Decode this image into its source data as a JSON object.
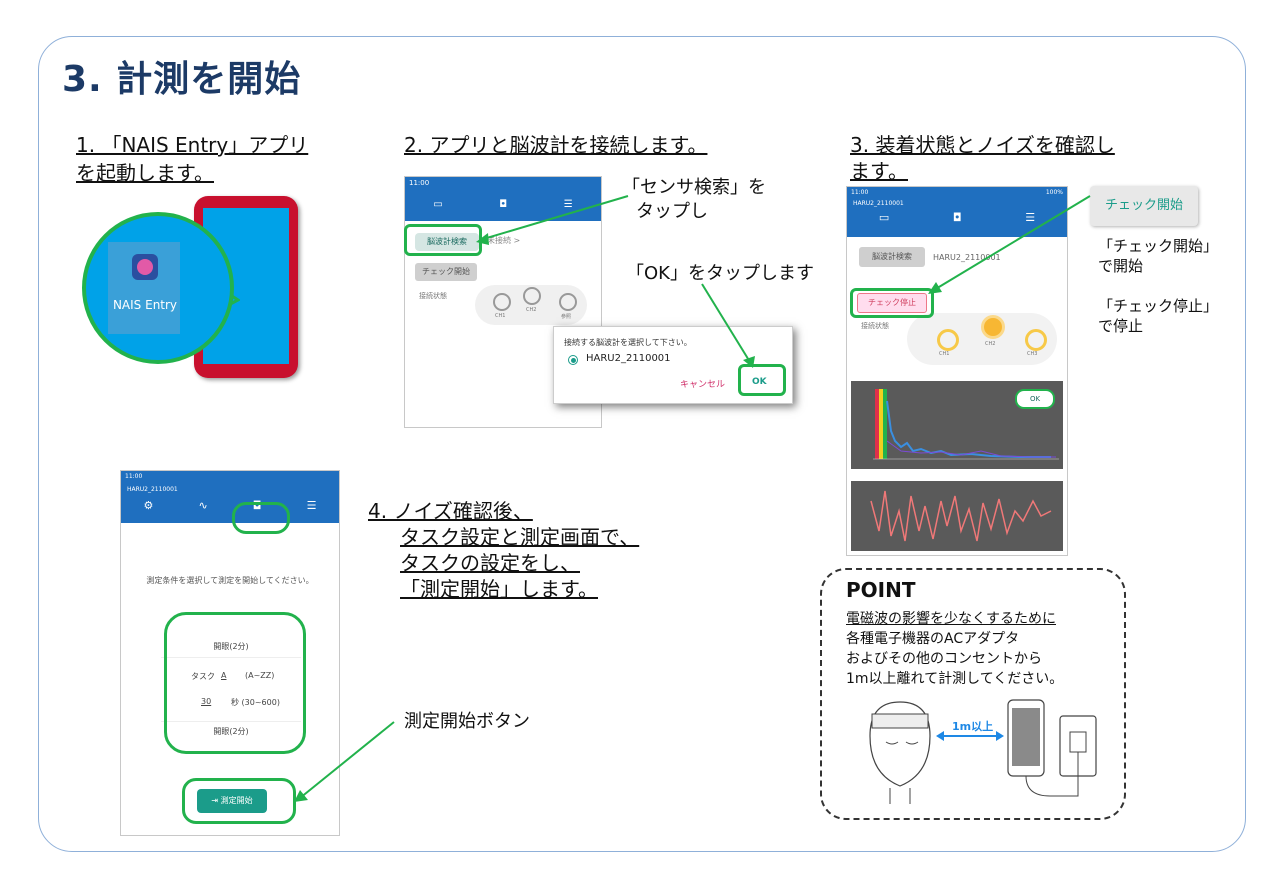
{
  "title": "3. 計測を開始",
  "step1": {
    "line1": "1. 「NAIS Entry」アプリ",
    "line2": "を起動します。",
    "app_label": "NAIS Entry"
  },
  "step2": {
    "heading": "2. アプリと脳波計を接続します。",
    "callout_search_1": "「センサ検索」を",
    "callout_search_2": "タップし",
    "callout_ok": "「OK」をタップします",
    "screen": {
      "search_button": "脳波計検索",
      "not_connected": "未接続 >",
      "check_button": "チェック開始",
      "status_label": "接続状態",
      "electrodes": [
        "CH1",
        "CH2",
        "参照"
      ]
    },
    "dialog": {
      "prompt": "接続する脳波計を選択して下さい。",
      "device": "HARU2_2110001",
      "cancel": "キャンセル",
      "ok": "OK"
    }
  },
  "step3": {
    "heading_1": "3. 装着状態とノイズを確認し",
    "heading_2": "ます。",
    "check_start_chip": "チェック開始",
    "note_start_1": "「チェック開始」",
    "note_start_2": "で開始",
    "note_stop_1": "「チェック停止」",
    "note_stop_2": "で停止",
    "screen": {
      "time": "11:00",
      "battery": "100%",
      "device": "HARU2_2110001",
      "search_button": "脳波計検索",
      "device_name": "HARU2_2110001",
      "stop_button": "チェック停止",
      "status_label": "接続状態",
      "ok": "OK",
      "electrodes": [
        "CH1",
        "CH2",
        "CH3"
      ]
    }
  },
  "step4": {
    "line1": "4. ノイズ確認後、",
    "line2": "タスク設定と測定画面で、",
    "line3": "タスクの設定をし、",
    "line4": "「測定開始」します。",
    "start_button_callout": "測定開始ボタン",
    "screen": {
      "time": "11:00",
      "device": "HARU2_2110001",
      "instruction": "測定条件を選択して測定を開始してください。",
      "rest_1": "開眼(2分)",
      "task_label": "タスク",
      "task_value": "A",
      "task_range": "(A~ZZ)",
      "seconds_value": "30",
      "seconds_label": "秒 (30~600)",
      "rest_2": "開眼(2分)",
      "start_button": "測定開始"
    }
  },
  "point": {
    "heading": "POINT",
    "line1": "電磁波の影響を少なくするために",
    "line2": "各種電子機器のACアダプタ",
    "line3": "およびその他のコンセントから",
    "line4": "1m以上離れて計測してください。",
    "distance_label": "1m以上"
  },
  "colors": {
    "accent_green": "#22b24c",
    "teal": "#1b9c8a",
    "appbar_blue": "#1f6fbf",
    "title_navy": "#1c3a66",
    "phone_red": "#c8102e"
  }
}
